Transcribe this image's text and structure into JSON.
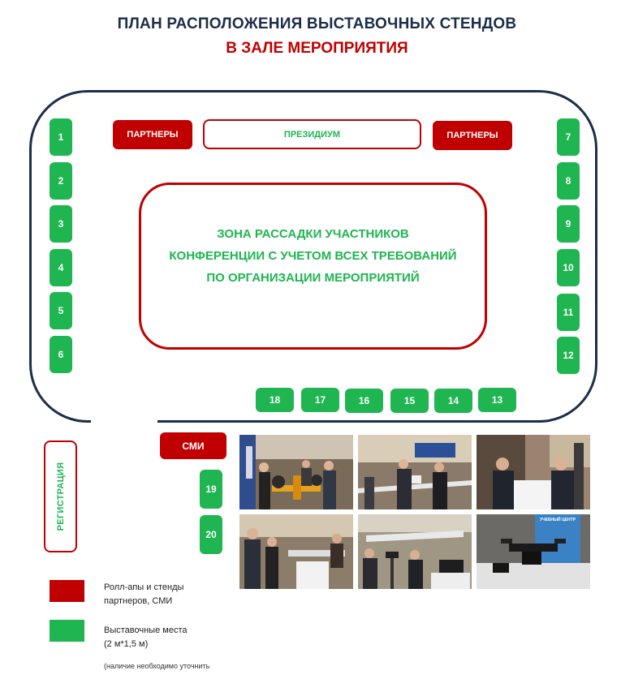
{
  "title": {
    "line1": "ПЛАН РАСПОЛОЖЕНИЯ ВЫСТАВОЧНЫХ СТЕНДОВ",
    "line2": "В ЗАЛЕ МЕРОПРИЯТИЯ"
  },
  "hall": {
    "partners_left": "ПАРТНЕРЫ",
    "presidium": "ПРЕЗИДИУМ",
    "partners_right": "ПАРТНЕРЫ",
    "zone_lines": [
      "ЗОНА  РАССАДКИ УЧАСТНИКОВ",
      "КОНФЕРЕНЦИИ С УЧЕТОМ ВСЕХ ТРЕБОВАНИЙ",
      "ПО ОРГАНИЗАЦИИ МЕРОПРИЯТИЙ"
    ],
    "left_stands": [
      "1",
      "2",
      "3",
      "4",
      "5",
      "6"
    ],
    "right_stands": [
      "7",
      "8",
      "9",
      "10",
      "11",
      "12"
    ],
    "bottom_stands": [
      "18",
      "17",
      "16",
      "15",
      "14",
      "13"
    ]
  },
  "outside": {
    "registration": "РЕГИСТРАЦИЯ",
    "smi": "СМИ",
    "stands": [
      "19",
      "20"
    ]
  },
  "photos": {
    "sign_text": "УЧЕБНЫЙ ЦЕНТР"
  },
  "legend": {
    "red_label_1": "Ролл-апы и стенды",
    "red_label_2": "партнеров, СМИ",
    "green_label_1": "Выставочные места",
    "green_label_2": "(2 м*1,5 м)",
    "note": "(наличие необходимо уточнить"
  },
  "colors": {
    "green": "#1fb551",
    "red": "#c00000",
    "navy": "#1c2e4a"
  }
}
